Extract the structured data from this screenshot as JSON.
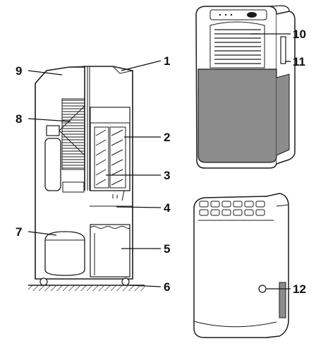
{
  "callouts": [
    {
      "id": "1",
      "text": "1"
    },
    {
      "id": "2",
      "text": "2"
    },
    {
      "id": "3",
      "text": "3"
    },
    {
      "id": "4",
      "text": "4"
    },
    {
      "id": "5",
      "text": "5"
    },
    {
      "id": "6",
      "text": "6"
    },
    {
      "id": "7",
      "text": "7"
    },
    {
      "id": "8",
      "text": "8"
    },
    {
      "id": "9",
      "text": "9"
    },
    {
      "id": "10",
      "text": "10"
    },
    {
      "id": "11",
      "text": "11"
    },
    {
      "id": "12",
      "text": "12"
    }
  ],
  "colors": {
    "line": "#1a1a1a",
    "panel_gray": "#8c8c8c",
    "light_gray": "#d9d9d9",
    "water_gray": "#e6e6e6"
  }
}
